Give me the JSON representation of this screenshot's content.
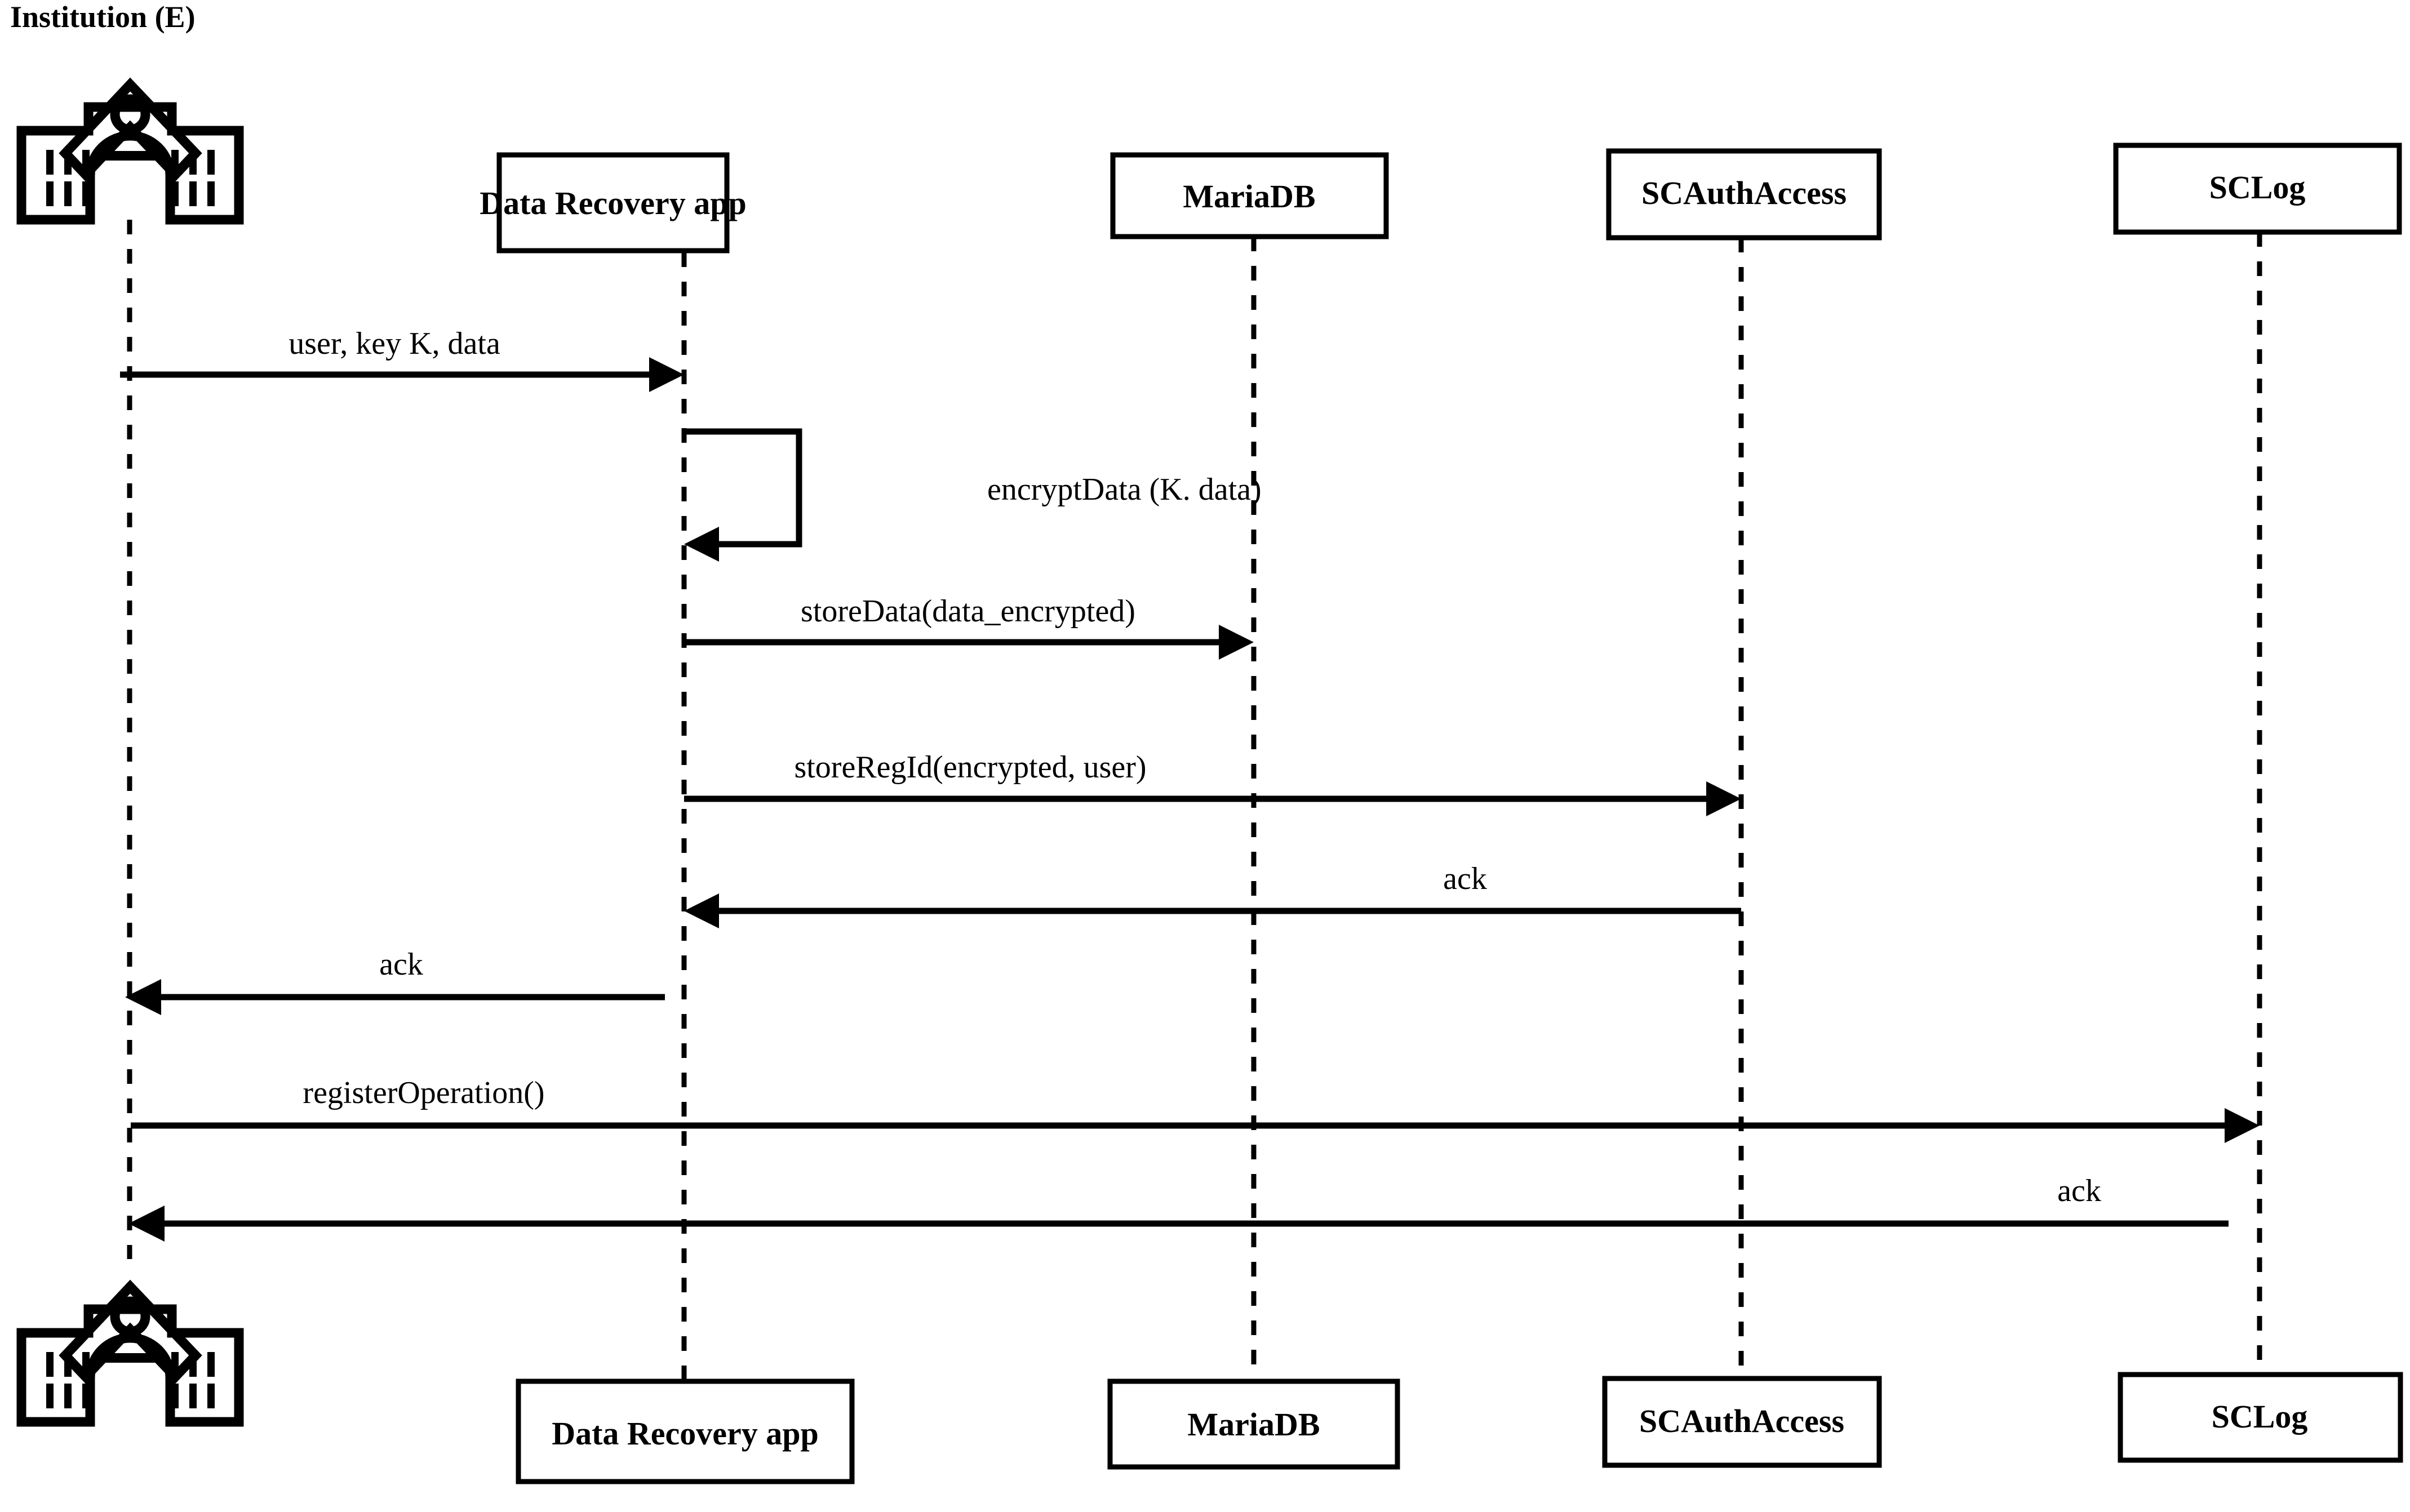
{
  "diagram": {
    "kind": "uml-sequence-diagram",
    "background_color": "#ffffff",
    "line_color": "#000000",
    "actor": {
      "label": "Institution (E)",
      "icon": "institution-building-icon"
    },
    "participants": [
      {
        "id": "drapp",
        "label": "Data Recovery app"
      },
      {
        "id": "mariadb",
        "label": "MariaDB"
      },
      {
        "id": "scauth",
        "label": "SCAuthAccess"
      },
      {
        "id": "sclog",
        "label": "SCLog"
      }
    ],
    "participants_footer": [
      {
        "id": "drapp",
        "label": "Data Recovery app"
      },
      {
        "id": "mariadb",
        "label": "MariaDB"
      },
      {
        "id": "scauth",
        "label": "SCAuthAccess"
      },
      {
        "id": "sclog",
        "label": "SCLog"
      }
    ],
    "messages": [
      {
        "seq": 1,
        "label": "user, key K, data",
        "from": "institution",
        "to": "drapp",
        "direction": "right",
        "kind": "call"
      },
      {
        "seq": 2,
        "label": "encryptData (K. data)",
        "from": "drapp",
        "to": "drapp",
        "direction": "self",
        "kind": "self"
      },
      {
        "seq": 3,
        "label": "storeData(data_encrypted)",
        "from": "drapp",
        "to": "mariadb",
        "direction": "right",
        "kind": "call"
      },
      {
        "seq": 4,
        "label": "storeRegId(encrypted, user)",
        "from": "drapp",
        "to": "scauth",
        "direction": "right",
        "kind": "call"
      },
      {
        "seq": 5,
        "label": "ack",
        "from": "scauth",
        "to": "drapp",
        "direction": "left",
        "kind": "return"
      },
      {
        "seq": 6,
        "label": "ack",
        "from": "drapp",
        "to": "institution",
        "direction": "left",
        "kind": "return"
      },
      {
        "seq": 7,
        "label": "registerOperation()",
        "from": "institution",
        "to": "sclog",
        "direction": "right",
        "kind": "call"
      },
      {
        "seq": 8,
        "label": "ack",
        "from": "sclog",
        "to": "institution",
        "direction": "left",
        "kind": "return"
      }
    ]
  }
}
